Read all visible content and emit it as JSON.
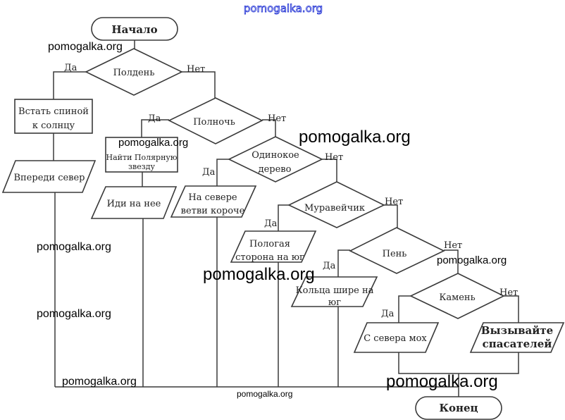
{
  "watermark_top": "pomogalka.org",
  "watermarks": [
    "pomogalka.org",
    "pomogalka.org",
    "pomogalka.org",
    "pomogalka.org",
    "pomogalka.org",
    "pomogalka.org",
    "pomogalka.org",
    "pomogalka.org",
    "pomogalka.org",
    "pomogalka.org"
  ],
  "start": "Начало",
  "end": "Конец",
  "yes": "Да",
  "no": "Нет",
  "decisions": [
    "Полдень",
    "Полночь",
    "Одинокое",
    "дерево",
    "Муравейчик",
    "Пень",
    "Камень"
  ],
  "process": {
    "back_to_sun": [
      "Встать спиной",
      "к солнцу"
    ],
    "find_star": [
      "Найти Полярную",
      "звезду"
    ]
  },
  "outputs": {
    "north_ahead": "Впереди север",
    "go_to_it": "Иди на нее",
    "branches": [
      "На севере",
      "ветви короче"
    ],
    "slope": [
      "Пологая",
      "сторона на юг"
    ],
    "rings": [
      "Кольца шире на",
      "юг"
    ],
    "moss": "С севера мох",
    "rescue": [
      "Вызывайте",
      "спасателей"
    ]
  }
}
